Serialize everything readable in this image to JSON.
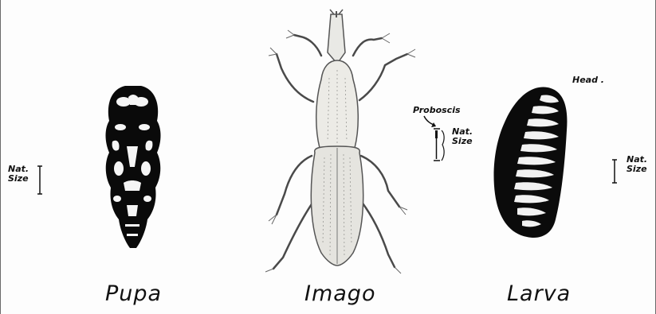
{
  "figures": {
    "pupa": {
      "caption": "Pupa",
      "scale_note": [
        "Nat.",
        "Size"
      ]
    },
    "imago": {
      "caption": "Imago",
      "proboscis_label": "Proboscis",
      "scale_note": [
        "Nat.",
        "Size"
      ]
    },
    "larva": {
      "caption": "Larva",
      "head_label": "Head .",
      "scale_note": [
        "Nat.",
        "Size"
      ]
    }
  }
}
